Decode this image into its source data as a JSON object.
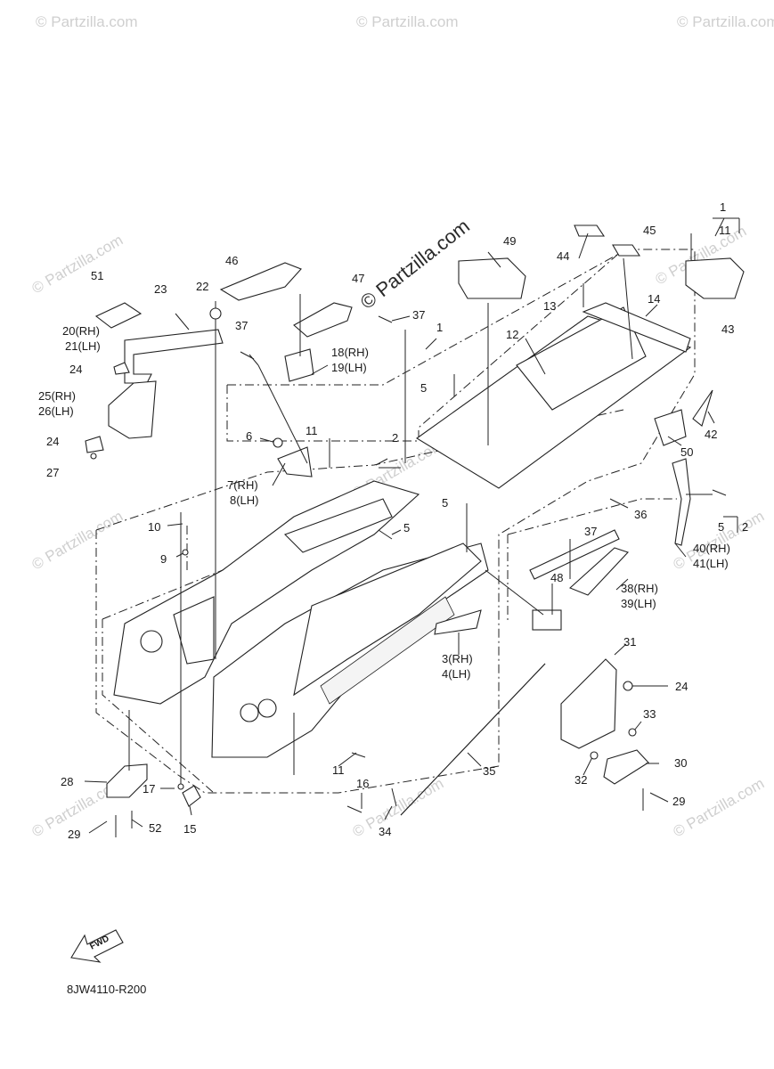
{
  "diagram": {
    "diagram_code": "8JW4110-R200",
    "fwd_label": "FWD",
    "watermark_main": "© Partzilla.com",
    "watermark_small": "© Partzilla.com",
    "callouts": [
      {
        "id": "c1",
        "text": "1"
      },
      {
        "id": "c11a",
        "text": "11"
      },
      {
        "id": "c1b",
        "text": "1"
      },
      {
        "id": "c45",
        "text": "45"
      },
      {
        "id": "c44",
        "text": "44"
      },
      {
        "id": "c49",
        "text": "49"
      },
      {
        "id": "c47",
        "text": "47"
      },
      {
        "id": "c46",
        "text": "46"
      },
      {
        "id": "c51",
        "text": "51"
      },
      {
        "id": "c23",
        "text": "23"
      },
      {
        "id": "c22",
        "text": "22"
      },
      {
        "id": "c20",
        "text": "20(RH)"
      },
      {
        "id": "c21",
        "text": "21(LH)"
      },
      {
        "id": "c24a",
        "text": "24"
      },
      {
        "id": "c25",
        "text": "25(RH)"
      },
      {
        "id": "c26",
        "text": "26(LH)"
      },
      {
        "id": "c24b",
        "text": "24"
      },
      {
        "id": "c27",
        "text": "27"
      },
      {
        "id": "c37a",
        "text": "37"
      },
      {
        "id": "c37b",
        "text": "37"
      },
      {
        "id": "c18",
        "text": "18(RH)"
      },
      {
        "id": "c19",
        "text": "19(LH)"
      },
      {
        "id": "c13",
        "text": "13"
      },
      {
        "id": "c14",
        "text": "14"
      },
      {
        "id": "c12",
        "text": "12"
      },
      {
        "id": "c43",
        "text": "43"
      },
      {
        "id": "c5a",
        "text": "5"
      },
      {
        "id": "c42",
        "text": "42"
      },
      {
        "id": "c50",
        "text": "50"
      },
      {
        "id": "c6",
        "text": "6"
      },
      {
        "id": "c11b",
        "text": "11"
      },
      {
        "id": "c2a",
        "text": "2"
      },
      {
        "id": "c7",
        "text": "7(RH)"
      },
      {
        "id": "c8",
        "text": "8(LH)"
      },
      {
        "id": "c5b",
        "text": "5"
      },
      {
        "id": "c36",
        "text": "36"
      },
      {
        "id": "c5c",
        "text": "5"
      },
      {
        "id": "c2b",
        "text": "2"
      },
      {
        "id": "c10",
        "text": "10"
      },
      {
        "id": "c5d",
        "text": "5"
      },
      {
        "id": "c9",
        "text": "9"
      },
      {
        "id": "c37c",
        "text": "37"
      },
      {
        "id": "c40",
        "text": "40(RH)"
      },
      {
        "id": "c41",
        "text": "41(LH)"
      },
      {
        "id": "c48",
        "text": "48"
      },
      {
        "id": "c38",
        "text": "38(RH)"
      },
      {
        "id": "c39",
        "text": "39(LH)"
      },
      {
        "id": "c3",
        "text": "3(RH)"
      },
      {
        "id": "c4",
        "text": "4(LH)"
      },
      {
        "id": "c31",
        "text": "31"
      },
      {
        "id": "c24c",
        "text": "24"
      },
      {
        "id": "c33",
        "text": "33"
      },
      {
        "id": "c30",
        "text": "30"
      },
      {
        "id": "c32",
        "text": "32"
      },
      {
        "id": "c29a",
        "text": "29"
      },
      {
        "id": "c35",
        "text": "35"
      },
      {
        "id": "c11c",
        "text": "11"
      },
      {
        "id": "c28",
        "text": "28"
      },
      {
        "id": "c17",
        "text": "17"
      },
      {
        "id": "c16",
        "text": "16"
      },
      {
        "id": "c34",
        "text": "34"
      },
      {
        "id": "c15",
        "text": "15"
      },
      {
        "id": "c29b",
        "text": "29"
      },
      {
        "id": "c52",
        "text": "52"
      }
    ]
  }
}
